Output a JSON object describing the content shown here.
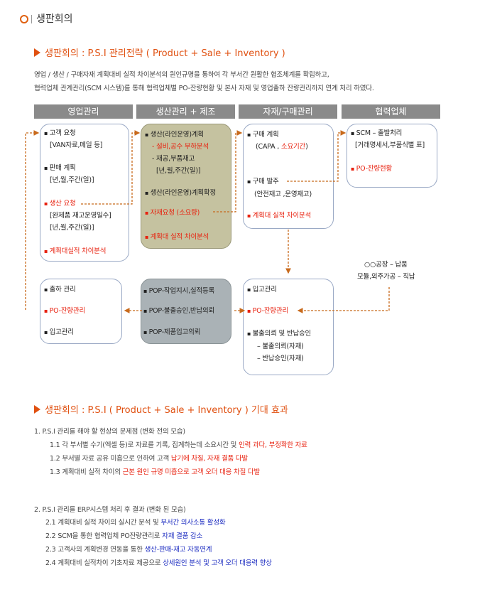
{
  "page": {
    "title": "생판회의"
  },
  "section1": {
    "title": "생판회의 : P.S.I 관리전략 ( Product + Sale + Inventory )",
    "desc1": "영업 / 생산 / 구매자재 계획대비 실적 차이분석의 원인규명을 통하여 각 부서간 원활한 협조체계를 확립하고,",
    "desc2": "협력업체 관계관리(SCM 시스템)를 통해 협력업체별 PO-잔량현황 및 본사 자재 및 영업출하 잔량관리까지 연계 처리 하였다."
  },
  "diagram": {
    "headers": [
      "영업관리",
      "생산관리 + 제조",
      "자재/구매관리",
      "협력업체"
    ],
    "sales_top": {
      "i1": "고객 요청",
      "i1a": "[VAN자료,메일 등]",
      "i2": "판매 계획",
      "i2a": "[년,월,주간(일)]",
      "i3": "생산 요청",
      "i3a": "[완제품 재고운영일수]",
      "i3b": "[년,월,주간(일)]",
      "i4": "계획대실적 차이분석"
    },
    "prod_top": {
      "i1": "생산(라인운영)계획",
      "i1a": "- 설비,공수 부하분석",
      "i1b": "- 재공,부품재고",
      "i1c": "[년,월,주간(일)]",
      "i2": "생산(라인운영)계획확정",
      "i3": "자재요청 (소요량)",
      "i4": "계획대 실적 차이분석"
    },
    "mat_top": {
      "i1": "구매 계획",
      "i1a_pre": "(CAPA , ",
      "i1a_red": "소요기간",
      "i1a_post": ")",
      "i2": "구매 발주",
      "i2a": "(안전재고 ,운영재고)",
      "i3": "계획대 실적 차이분석"
    },
    "partner_top": {
      "i1": "SCM – 출발처리",
      "i1a": "[거래명세서,부품식별 표]",
      "i2": "PO-잔량현황"
    },
    "partner_note": {
      "l1": "○○공장 – 납품",
      "l2": "모듈,외주가공 – 직납"
    },
    "sales_bottom": {
      "i1": "출하 관리",
      "i2": "PO-잔량관리",
      "i3": "입고관리"
    },
    "prod_bottom": {
      "i1": "POP-작업지시,실적등록",
      "i2": "POP-불출승인,반납의뢰",
      "i3": "POP-제품입고의뢰"
    },
    "mat_bottom": {
      "i1": "입고관리",
      "i2": "PO-잔량관리",
      "i3": "불출의뢰 및 반납승인",
      "i3a": "– 불출의뢰(자재)",
      "i3b": "– 반납승인(자재)"
    }
  },
  "section2": {
    "title": "생판회의 : P.S.I ( Product + Sale + Inventory ) 기대 효과",
    "p1": "1. P.S.I 관리를 해야 할 현상의 문제점 (변화 전의 모습)",
    "p1_1a": "1.1 각 부서별 수기(엑셀 등)로 자료를 기록, 집계하는데 소요시간 및 ",
    "p1_1b": "인력 과다, 부정확한 자료",
    "p1_2a": "1.2 부서별 자료 공유 미흡으로 인하여 고객 ",
    "p1_2b": "납기에 차질, 자재 결품 다발",
    "p1_3a": "1.3 계획대비 실적 차이의 ",
    "p1_3b": "근본 원인 규명 미흡으로 고객 오더 대응 차질 다발",
    "p2": "2. P.S.I 관리를 ERP시스템 처리 후 결과 (변화 된 모습)",
    "p2_1a": "2.1 계획대비 실적 차이의 실시간 분석 및 ",
    "p2_1b": "부서간 의사소통 활성화",
    "p2_2a": "2.2 SCM을 통한 협력업체 PO잔량관리로 ",
    "p2_2b": "자재 결품 감소",
    "p2_3a": "2.3 고객사의 계획변경 연동을 통한 ",
    "p2_3b": "생산-판매-재고 자동연계",
    "p2_4a": "2.4 계획대비 실적차이 기초자료 제공으로 ",
    "p2_4b": "상세원인 분석 및 고객 오더 대응력 향상"
  },
  "colors": {
    "accent": "#e05010",
    "red": "#e8210f",
    "blue": "#1a2ac0",
    "header_gray": "#8a8a8a",
    "olive": "#c5c2a0",
    "slate": "#aab2b6",
    "connector": "#c86a1c"
  }
}
